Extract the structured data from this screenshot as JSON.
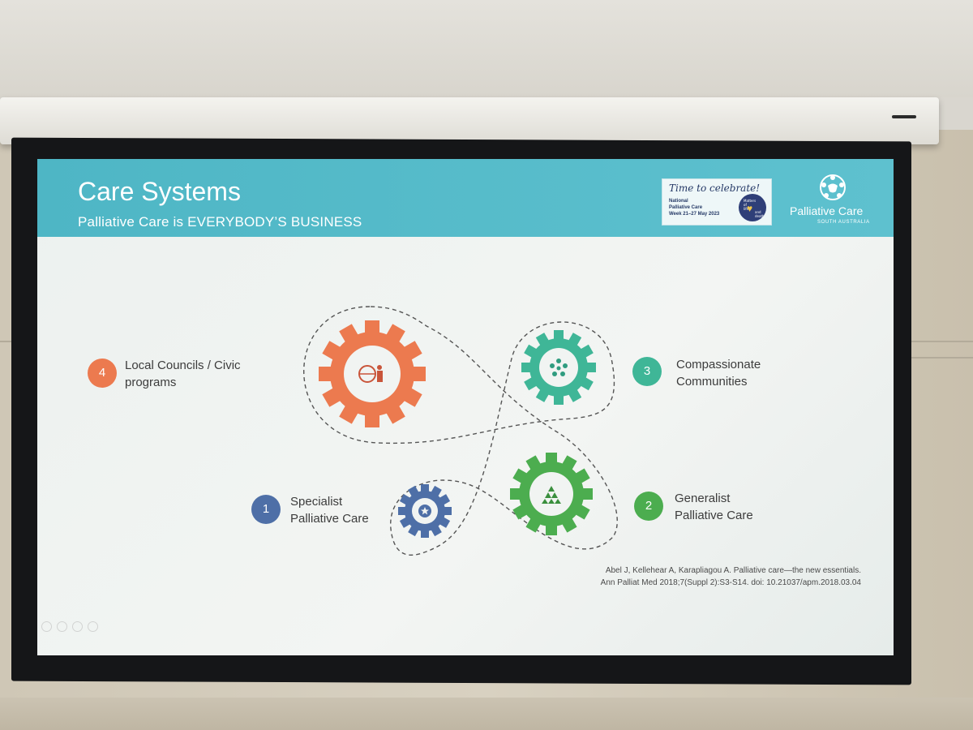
{
  "slide": {
    "title": "Care Systems",
    "subtitle": "Palliative Care is EVERYBODY’S BUSINESS",
    "promo": {
      "headline": "Time to celebrate!",
      "lines": [
        "National",
        "Palliative Care",
        "Week 21–27 May 2023"
      ],
      "badge_words": [
        "Matters",
        "of",
        "life",
        "and",
        "death"
      ]
    },
    "logo": {
      "name": "Palliative Care",
      "sub": "SOUTH AUSTRALIA"
    },
    "items": [
      {
        "number": "1",
        "label_lines": [
          "Specialist",
          "Palliative Care"
        ],
        "color": "#4e6fa7"
      },
      {
        "number": "2",
        "label_lines": [
          "Generalist",
          "Palliative Care"
        ],
        "color": "#4cad4f"
      },
      {
        "number": "3",
        "label_lines": [
          "Compassionate",
          "Communities"
        ],
        "color": "#3fb697"
      },
      {
        "number": "4",
        "label_lines": [
          "Local Councils / Civic",
          "programs"
        ],
        "color": "#ec7a4f"
      }
    ],
    "citation_lines": [
      "Abel J, Kellehear A, Karapliagou A. Palliative care—the new essentials.",
      "Ann Palliat Med 2018;7(Suppl 2):S3-S14. doi: 10.21037/apm.2018.03.04"
    ]
  }
}
